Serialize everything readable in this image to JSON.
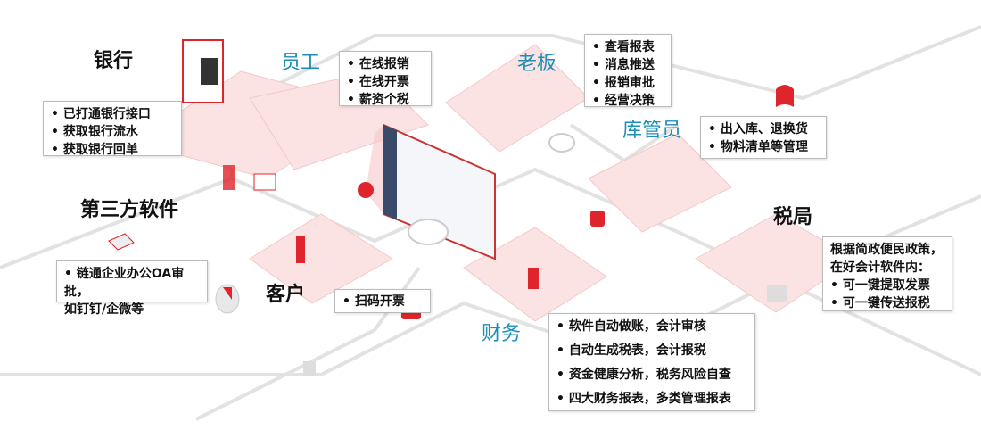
{
  "nodes": {
    "bank": {
      "title": "银行",
      "items": [
        "已打通银行接口",
        "获取银行流水",
        "获取银行回单"
      ]
    },
    "employee": {
      "title": "员工",
      "items": [
        "在线报销",
        "在线开票",
        "薪资个税"
      ]
    },
    "boss": {
      "title": "老板",
      "items": [
        "查看报表",
        "消息推送",
        "报销审批",
        "经营决策"
      ]
    },
    "warehouse": {
      "title": "库管员",
      "items": [
        "出入库、退换货",
        "物料清单等管理"
      ]
    },
    "third_party": {
      "title": "第三方软件",
      "items": [
        "链通企业办公OA审批，\n如钉钉/企微等"
      ]
    },
    "customer": {
      "title": "客户",
      "items": [
        "扫码开票"
      ]
    },
    "finance": {
      "title": "财务",
      "items": [
        "软件自动做账，会计审核",
        "自动生成税表，会计报税",
        "资金健康分析，税务风险自查",
        "四大财务报表，多类管理报表"
      ]
    },
    "tax": {
      "title": "税局",
      "intro": [
        "根据简政便民政策，",
        "在好会计软件内："
      ],
      "items": [
        "可一键提取发票",
        "可一键传送报税"
      ]
    }
  },
  "colors": {
    "accent_blue": "#1d8fb5",
    "brand_red": "#e0242b",
    "tile_pink": "#fbe3e4"
  }
}
